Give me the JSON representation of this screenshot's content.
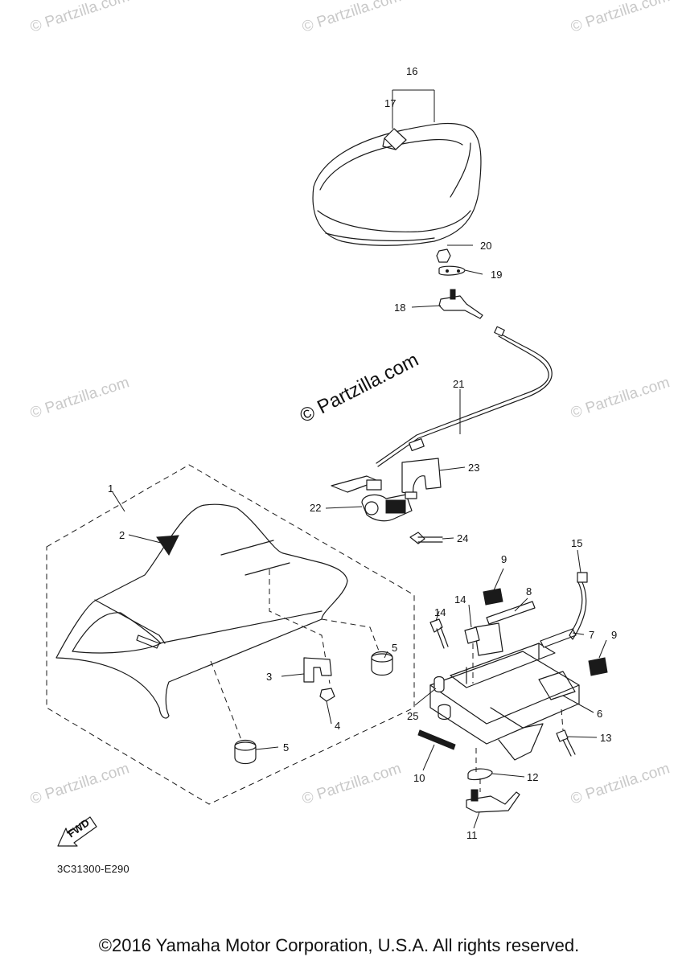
{
  "watermark": {
    "text": "© Partzilla.com",
    "prominent_text": "© Partzilla.com"
  },
  "callouts": [
    "1",
    "2",
    "3",
    "4",
    "5",
    "5",
    "6",
    "7",
    "8",
    "9",
    "9",
    "10",
    "11",
    "12",
    "13",
    "14",
    "14",
    "15",
    "16",
    "17",
    "18",
    "19",
    "20",
    "21",
    "22",
    "23",
    "24",
    "25"
  ],
  "fwd_label": "FWD",
  "diagram_code": "3C31300-E290",
  "copyright": "©2016 Yamaha Motor Corporation, U.S.A. All rights reserved."
}
